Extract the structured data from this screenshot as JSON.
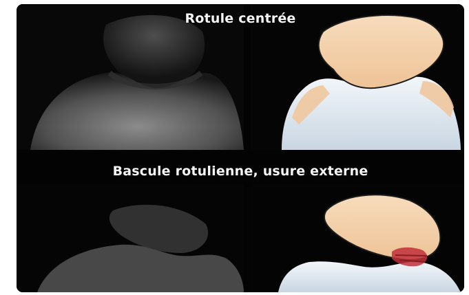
{
  "captions": {
    "top": "Rotule centrée",
    "bottom": "Bascule rotulienne, usure externe"
  },
  "colors": {
    "background": "#030303",
    "patella": "#f4d0a6",
    "femur": "#dfe8ef",
    "wear": "#c0303a"
  },
  "panels": [
    {
      "id": "xray-centered",
      "kind": "x-ray"
    },
    {
      "id": "illustration-centered",
      "kind": "anatomical-drawing"
    },
    {
      "id": "xray-tilted",
      "kind": "x-ray"
    },
    {
      "id": "illustration-tilted",
      "kind": "anatomical-drawing"
    }
  ]
}
